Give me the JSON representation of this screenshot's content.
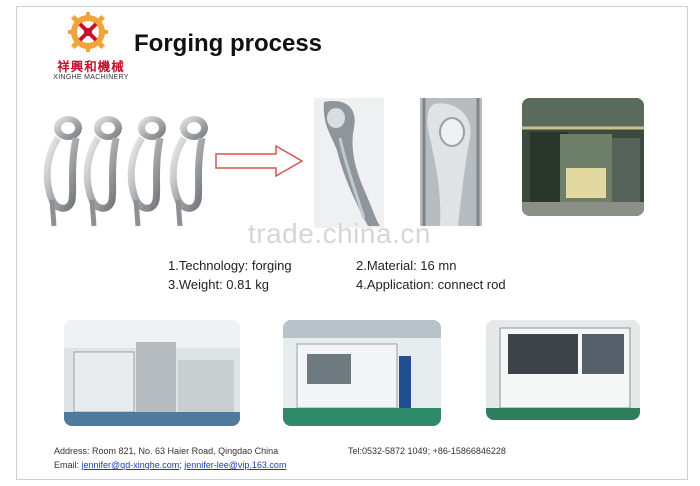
{
  "logo": {
    "name_cn": "祥興和機械",
    "name_en": "XINGHE MACHINERY"
  },
  "title": "Forging process",
  "watermark": "trade.china.cn",
  "specs": {
    "technology": "1.Technology: forging",
    "material": "2.Material: 16 mn",
    "weight": "3.Weight: 0.81 kg",
    "application": "4.Application:  connect rod"
  },
  "footer": {
    "address": "Address: Room 821, No. 63 Haier Road, Qingdao China",
    "tel": "Tel:0532-5872 1049;  +86-15866846228",
    "email_label": "Email:",
    "email1": "jennifer@qd-xinghe.com",
    "sep": ";",
    "email2": "jennifer-lee@vip.163.com"
  },
  "colors": {
    "brand_red": "#c8102e",
    "link_blue": "#1a3fb0",
    "arrow_red": "#d9534f"
  }
}
